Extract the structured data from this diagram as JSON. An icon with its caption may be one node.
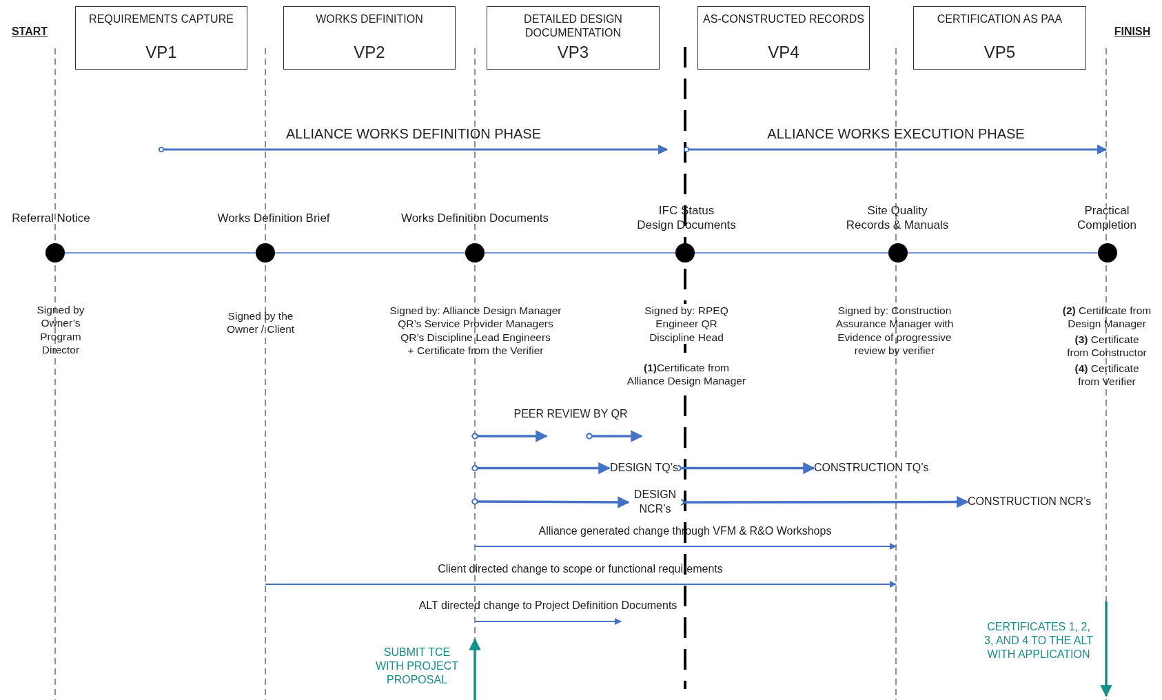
{
  "diagram": {
    "nodes": [
      {
        "text": [
          "REQUIREMENTS CAPTURE",
          "VP1"
        ]
      },
      {
        "text": [
          "WORKS DEFINITION",
          "VP2"
        ]
      },
      {
        "text": [
          "DETAILED DESIGN DOCUMENTATION",
          "VP3"
        ]
      },
      {
        "text": [
          "AS-CONSTRUCTED RECORDS",
          "VP4"
        ]
      },
      {
        "text": [
          "CERTIFICATION AS PAA",
          "VP5"
        ]
      },
      {
        "text": [],
        "shape": "circle",
        "beside": [
          "Referral Notice"
        ]
      },
      {
        "text": [],
        "shape": "circle",
        "beside": [
          "Works Definition Brief"
        ]
      },
      {
        "text": [],
        "shape": "circle",
        "beside": [
          "Works Definition Documents"
        ]
      },
      {
        "text": [],
        "shape": "circle",
        "beside": [
          "IFC Status Design Documents"
        ]
      },
      {
        "text": [],
        "shape": "circle",
        "beside": [
          "Site Quality Records & Manuals"
        ]
      },
      {
        "text": [],
        "shape": "circle",
        "beside": [
          "Practical Completion"
        ]
      },
      {
        "text": [
          "DESIGN TQ’s"
        ]
      },
      {
        "text": [
          "CONSTRUCTION TQ’s"
        ]
      },
      {
        "text": [
          "DESIGN NCR’s"
        ]
      },
      {
        "text": [
          "CONSTRUCTION NCR’s"
        ]
      }
    ],
    "edges": [
      {
        "from": 5,
        "to": 6,
        "arrow": "none"
      },
      {
        "from": 6,
        "to": 7,
        "arrow": "none"
      },
      {
        "from": 7,
        "to": 8,
        "arrow": "none"
      },
      {
        "from": 8,
        "to": 9,
        "arrow": "none"
      },
      {
        "from": 9,
        "to": 10,
        "arrow": "none"
      },
      {
        "from": null,
        "to": 11,
        "arrow": "to"
      },
      {
        "from": 11,
        "to": 12,
        "arrow": "to"
      },
      {
        "from": null,
        "to": 13,
        "arrow": "to"
      },
      {
        "from": 13,
        "to": 14,
        "arrow": "to"
      }
    ],
    "labels": [
      "START",
      "FINISH",
      "ALLIANCE WORKS DEFINITION PHASE",
      "ALLIANCE WORKS EXECUTION PHASE",
      "Signed by Owner’s Program Director",
      "Signed by the Owner / Client",
      "Signed by: Alliance Design Manager QR’s Service Provider Managers QR’s Discipline Lead Engineers + Certificate from the Verifier",
      "Signed by: RPEQ Engineer QR Discipline Head",
      "**(2)** Certificate from Design Manager",
      "Signed by: Construction Assurance Manager with Evidence of progressive review by verifier",
      "**(3)** Certificate from Constructor",
      "**(1)**Certificate from Alliance Design Manager",
      "**(4)** Certificate from Verifier",
      "PEER REVIEW BY QR",
      "Alliance generated change through VFM & R&O Workshops",
      "Client directed change to scope or functional requirements",
      "ALT directed change to Project Definition Documents",
      "SUBMIT TCE WITH PROJECT PROPOSAL",
      "CERTIFICATES 1, 2, 3, AND 4 TO THE ALT WITH APPLICATION"
    ]
  }
}
